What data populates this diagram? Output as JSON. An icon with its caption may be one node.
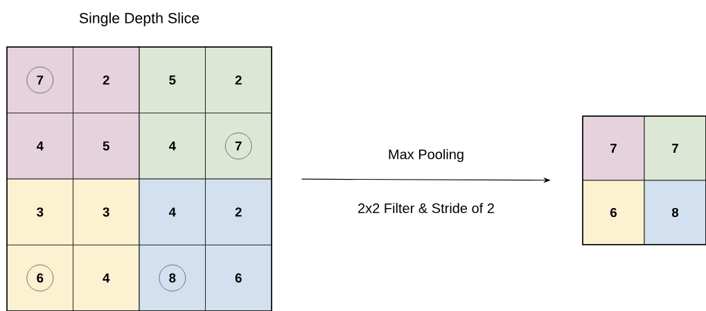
{
  "diagram": {
    "nodes": [
      {
        "text": [
          "Single Depth Slice"
        ]
      },
      {
        "text": [
          "7"
        ],
        "in": 0
      },
      {
        "text": [
          "2"
        ],
        "in": 0
      },
      {
        "text": [
          "5"
        ],
        "in": 0
      },
      {
        "text": [
          "2"
        ],
        "in": 0
      },
      {
        "text": [
          "4"
        ],
        "in": 0
      },
      {
        "text": [
          "5"
        ],
        "in": 0
      },
      {
        "text": [
          "4"
        ],
        "in": 0
      },
      {
        "text": [
          "7"
        ],
        "in": 0
      },
      {
        "text": [
          "3"
        ],
        "in": 0
      },
      {
        "text": [
          "3"
        ],
        "in": 0
      },
      {
        "text": [
          "4"
        ],
        "in": 0
      },
      {
        "text": [
          "2"
        ],
        "in": 0
      },
      {
        "text": [
          "6"
        ],
        "in": 0
      },
      {
        "text": [
          "4"
        ],
        "in": 0
      },
      {
        "text": [
          "8"
        ],
        "in": 0
      },
      {
        "text": [
          "6"
        ],
        "in": 0
      },
      {
        "text": [],
        "shape": "box"
      },
      {
        "text": [
          "7"
        ],
        "in": 17
      },
      {
        "text": [
          "7"
        ],
        "in": 17
      },
      {
        "text": [
          "6"
        ],
        "in": 17
      },
      {
        "text": [
          "8"
        ],
        "in": 17
      }
    ],
    "edges": [
      {
        "from": 0,
        "to": 17,
        "arrow": "to",
        "label": "Max Pooling"
      }
    ],
    "labels": [
      "2x2 Filter & Stride of 2"
    ]
  }
}
